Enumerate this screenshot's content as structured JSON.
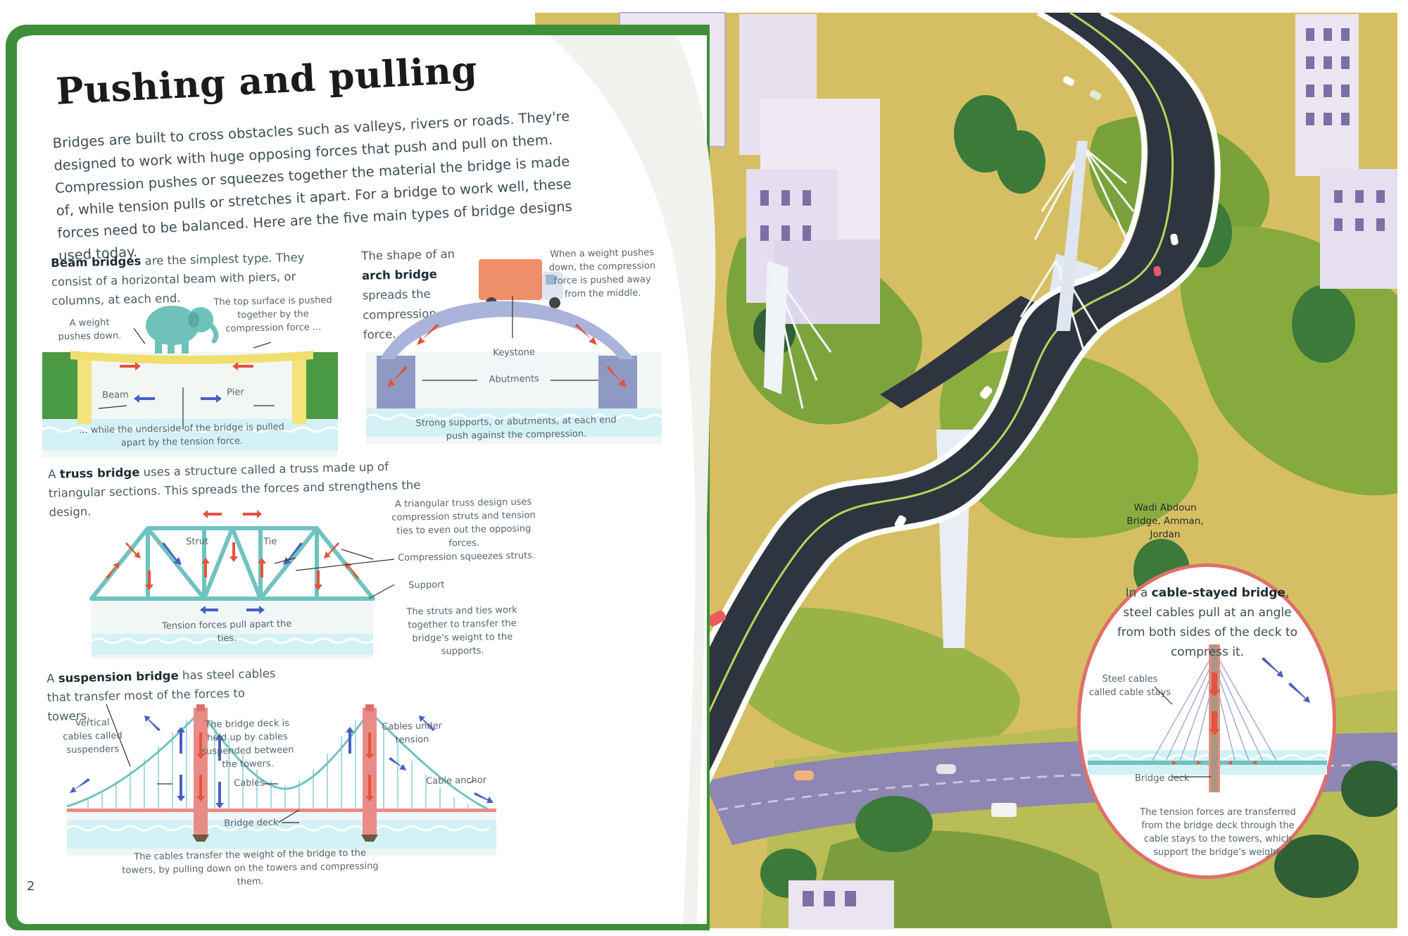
{
  "page": {
    "title": "Pushing and pulling",
    "intro": "Bridges are built to cross obstacles such as valleys, rivers or roads. They're designed to work with huge opposing forces that push and pull on them. Compression pushes or squeezes together the material the bridge is made of, while tension pulls or stretches it apart. For a bridge to work well, these forces need to be balanced. Here are the five main types of bridge designs used today.",
    "page_number": "2"
  },
  "beam": {
    "lead": "Beam bridges",
    "desc": " are the simplest type. They consist of a horizontal beam with piers, or columns, at each end.",
    "weight_label": "A weight pushes down.",
    "top_label": "The top surface is pushed together by the compression force ...",
    "beam_label": "Beam",
    "pier_label": "Pier",
    "under_label": "... while the underside of the bridge is pulled apart by the tension force."
  },
  "arch": {
    "desc_pre": "The shape of an",
    "lead": "arch bridge",
    "desc_post": "spreads the compression force.",
    "weight_label": "When a weight pushes down, the compression force is pushed away from the middle.",
    "keystone_label": "Keystone",
    "abutments_label": "Abutments",
    "supports_label": "Strong supports, or abutments, at each end push against the compression."
  },
  "truss": {
    "pre": "A ",
    "lead": "truss bridge",
    "desc": " uses a structure called a truss made up of triangular sections. This spreads the forces and strengthens the design.",
    "strut_label": "Strut",
    "tie_label": "Tie",
    "design_label": "A triangular truss design uses compression struts and tension ties to even out the opposing forces.",
    "compression_label": "Compression squeezes struts.",
    "support_label": "Support",
    "tension_label": "Tension forces pull apart the ties.",
    "work_label": "The struts and ties work together to transfer the bridge's weight to the supports."
  },
  "suspension": {
    "pre": "A ",
    "lead": "suspension bridge",
    "desc": " has steel cables that transfer most of the forces to towers.",
    "vertical_label": "Vertical cables called suspenders",
    "deck_held_label": "The bridge deck is held up by cables suspended between the towers.",
    "cables_under_label": "Cables under tension",
    "cables_label": "Cables",
    "anchor_label": "Cable anchor",
    "deck_label": "Bridge deck",
    "bottom_label": "The cables transfer the weight of the bridge to the towers, by pulling down on the towers and compressing them."
  },
  "photo": {
    "caption": "Wadi Abdoun Bridge, Amman, Jordan"
  },
  "cable_stayed": {
    "pre": "In a ",
    "lead": "cable-stayed bridge",
    "desc": ", steel cables pull at an angle from both sides of the deck to compress it.",
    "stays_label": "Steel cables called cable stays",
    "deck_label": "Bridge deck",
    "bottom_label": "The tension forces are transferred from the bridge deck through the cable stays to the towers, which support the bridge's weight."
  },
  "colors": {
    "arrow_red": "#e4533a",
    "arrow_blue": "#4a5fc1",
    "truss": "#6fc3c0",
    "suspension_tower": "#e98b86",
    "water": "#cdeef3",
    "road": "#2e3540",
    "cover_green": "#3f8f3a"
  }
}
